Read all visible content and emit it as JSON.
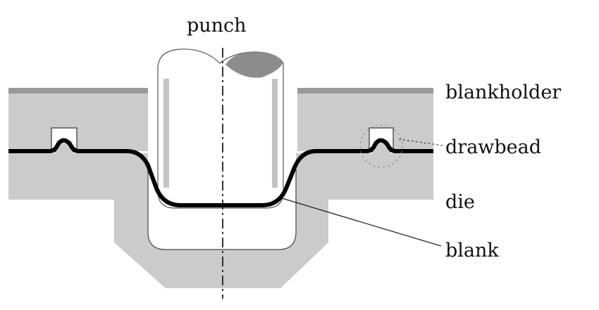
{
  "labels": {
    "punch": "punch",
    "blankholder": "blankholder",
    "drawbead": "drawbead",
    "die": "die",
    "blank": "blank"
  },
  "colors": {
    "tool_fill": "#cbcbcb",
    "tool_top_band": "#9a9a9a",
    "punch_cut": "#8c8c8c",
    "blank": "#000000"
  }
}
